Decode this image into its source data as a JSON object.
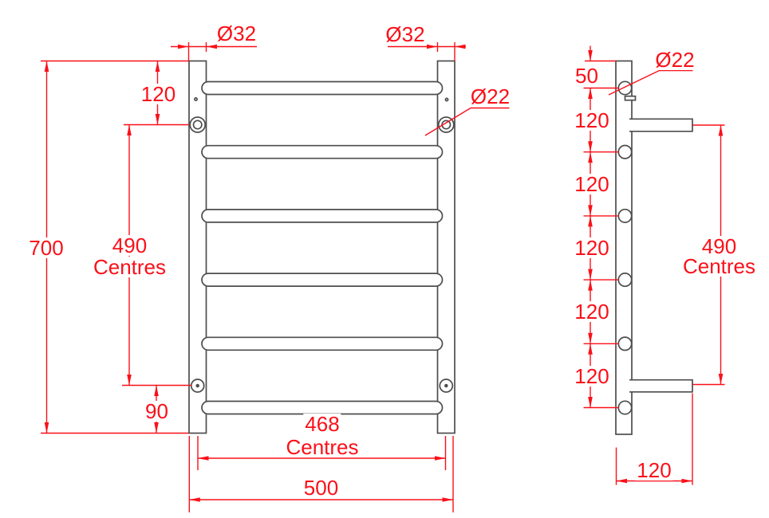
{
  "palette": {
    "dimension_red": "#fa1019",
    "outline_gray": "#4d4d4d",
    "background": "#ffffff"
  },
  "front_view": {
    "view_name": "front-elevation",
    "rail_count": 6,
    "post_diameter_left": "Ø32",
    "post_diameter_right": "Ø32",
    "overall_height": "700",
    "top_to_bracket": "120",
    "bracket_centres_value": "490",
    "bracket_centres_word": "Centres",
    "bracket_to_bottom": "90",
    "rail_diameter": "Ø22",
    "rail_centres_value": "468",
    "rail_centres_word": "Centres",
    "overall_width": "500"
  },
  "side_view": {
    "view_name": "side-elevation",
    "rail_count": 6,
    "top_to_first_rail": "50",
    "rail_spacing": [
      "120",
      "120",
      "120",
      "120",
      "120"
    ],
    "rail_diameter": "Ø22",
    "bracket_centres_value": "490",
    "bracket_centres_word": "Centres",
    "bracket_projection": "120"
  }
}
